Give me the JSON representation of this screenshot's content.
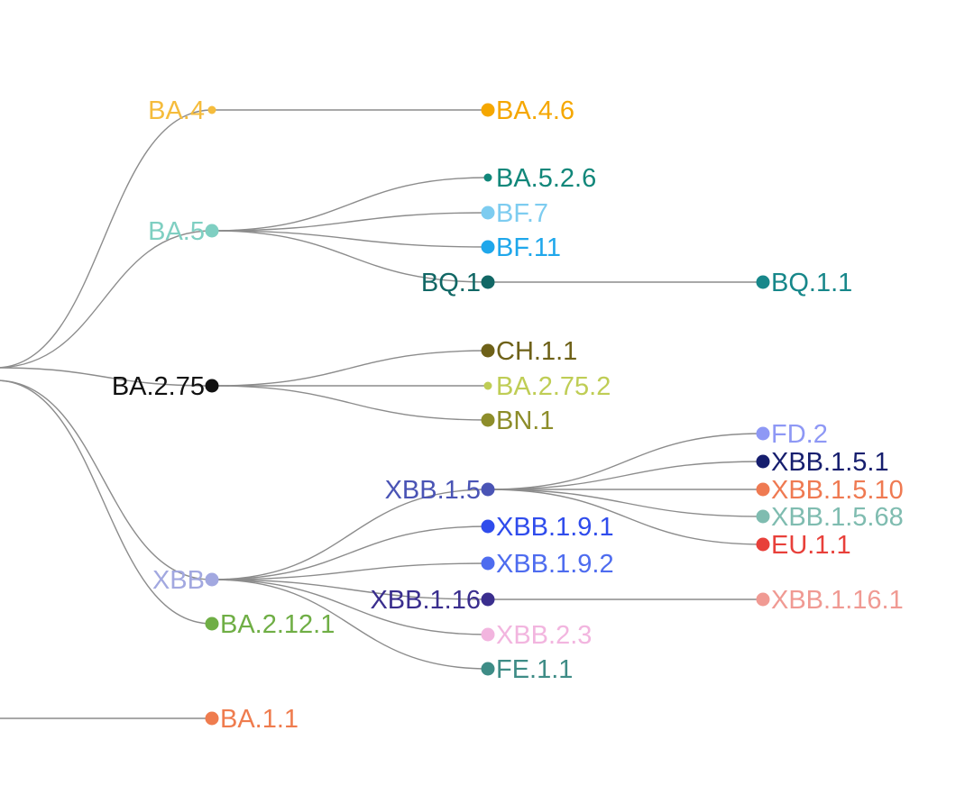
{
  "tree": {
    "nodes": [
      {
        "id": "BA.4",
        "label": "BA.4",
        "color": "#F5BC3C",
        "level": 1,
        "dot": "small"
      },
      {
        "id": "BA.4.6",
        "label": "BA.4.6",
        "color": "#F5A700",
        "level": 2
      },
      {
        "id": "BA.5",
        "label": "BA.5",
        "color": "#7FCFC2",
        "level": 1
      },
      {
        "id": "BA.5.2.6",
        "label": "BA.5.2.6",
        "color": "#11877A",
        "level": 2,
        "dot": "small"
      },
      {
        "id": "BF.7",
        "label": "BF.7",
        "color": "#7DCCF0",
        "level": 2
      },
      {
        "id": "BF.11",
        "label": "BF.11",
        "color": "#1FA7EB",
        "level": 2
      },
      {
        "id": "BQ.1",
        "label": "BQ.1",
        "color": "#116765",
        "level": 2,
        "label_side": "left"
      },
      {
        "id": "BQ.1.1",
        "label": "BQ.1.1",
        "color": "#17878A",
        "level": 3
      },
      {
        "id": "BA.2.75",
        "label": "BA.2.75",
        "color": "#111111",
        "level": 1
      },
      {
        "id": "CH.1.1",
        "label": "CH.1.1",
        "color": "#6E6118",
        "level": 2
      },
      {
        "id": "BA.2.75.2",
        "label": "BA.2.75.2",
        "color": "#BFCD55",
        "level": 2,
        "dot": "small"
      },
      {
        "id": "BN.1",
        "label": "BN.1",
        "color": "#8D8D2A",
        "level": 2
      },
      {
        "id": "XBB",
        "label": "XBB",
        "color": "#A2A8E0",
        "level": 1
      },
      {
        "id": "XBB.1.5",
        "label": "XBB.1.5",
        "color": "#4A54B5",
        "level": 2,
        "label_side": "left"
      },
      {
        "id": "FD.2",
        "label": "FD.2",
        "color": "#8E98F5",
        "level": 3
      },
      {
        "id": "XBB.1.5.1",
        "label": "XBB.1.5.1",
        "color": "#161E6E",
        "level": 3
      },
      {
        "id": "XBB.1.5.10",
        "label": "XBB.1.5.10",
        "color": "#EF7A52",
        "level": 3
      },
      {
        "id": "XBB.1.5.68",
        "label": "XBB.1.5.68",
        "color": "#7FBCB0",
        "level": 3
      },
      {
        "id": "EU.1.1",
        "label": "EU.1.1",
        "color": "#E8403A",
        "level": 3
      },
      {
        "id": "XBB.1.9.1",
        "label": "XBB.1.9.1",
        "color": "#2F4CEC",
        "level": 2
      },
      {
        "id": "XBB.1.9.2",
        "label": "XBB.1.9.2",
        "color": "#4E6CEF",
        "level": 2
      },
      {
        "id": "XBB.1.16",
        "label": "XBB.1.16",
        "color": "#3A2E8E",
        "level": 2,
        "label_side": "left"
      },
      {
        "id": "XBB.1.16.1",
        "label": "XBB.1.16.1",
        "color": "#F09A93",
        "level": 3
      },
      {
        "id": "XBB.2.3",
        "label": "XBB.2.3",
        "color": "#F2B5DF",
        "level": 2
      },
      {
        "id": "FE.1.1",
        "label": "FE.1.1",
        "color": "#3E8C86",
        "level": 2
      },
      {
        "id": "BA.2.12.1",
        "label": "BA.2.12.1",
        "color": "#6FAE45",
        "level": 1
      },
      {
        "id": "BA.1.1",
        "label": "BA.1.1",
        "color": "#EF7C4E",
        "level": 1
      }
    ],
    "edges": [
      {
        "from": "root",
        "to": "BA.4"
      },
      {
        "from": "BA.4",
        "to": "BA.4.6"
      },
      {
        "from": "root",
        "to": "BA.5"
      },
      {
        "from": "BA.5",
        "to": "BA.5.2.6"
      },
      {
        "from": "BA.5",
        "to": "BF.7"
      },
      {
        "from": "BA.5",
        "to": "BF.11"
      },
      {
        "from": "BA.5",
        "to": "BQ.1"
      },
      {
        "from": "BQ.1",
        "to": "BQ.1.1"
      },
      {
        "from": "root",
        "to": "BA.2.75"
      },
      {
        "from": "BA.2.75",
        "to": "CH.1.1"
      },
      {
        "from": "BA.2.75",
        "to": "BA.2.75.2"
      },
      {
        "from": "BA.2.75",
        "to": "BN.1"
      },
      {
        "from": "root2",
        "to": "XBB"
      },
      {
        "from": "root2",
        "to": "BA.2.12.1"
      },
      {
        "from": "XBB",
        "to": "XBB.1.5"
      },
      {
        "from": "XBB",
        "to": "XBB.1.9.1"
      },
      {
        "from": "XBB",
        "to": "XBB.1.9.2"
      },
      {
        "from": "XBB",
        "to": "XBB.1.16"
      },
      {
        "from": "XBB",
        "to": "XBB.2.3"
      },
      {
        "from": "XBB",
        "to": "FE.1.1"
      },
      {
        "from": "XBB.1.5",
        "to": "FD.2"
      },
      {
        "from": "XBB.1.5",
        "to": "XBB.1.5.1"
      },
      {
        "from": "XBB.1.5",
        "to": "XBB.1.5.10"
      },
      {
        "from": "XBB.1.5",
        "to": "XBB.1.5.68"
      },
      {
        "from": "XBB.1.5",
        "to": "EU.1.1"
      },
      {
        "from": "XBB.1.16",
        "to": "XBB.1.16.1"
      },
      {
        "from": "root3",
        "to": "BA.1.1"
      }
    ]
  }
}
